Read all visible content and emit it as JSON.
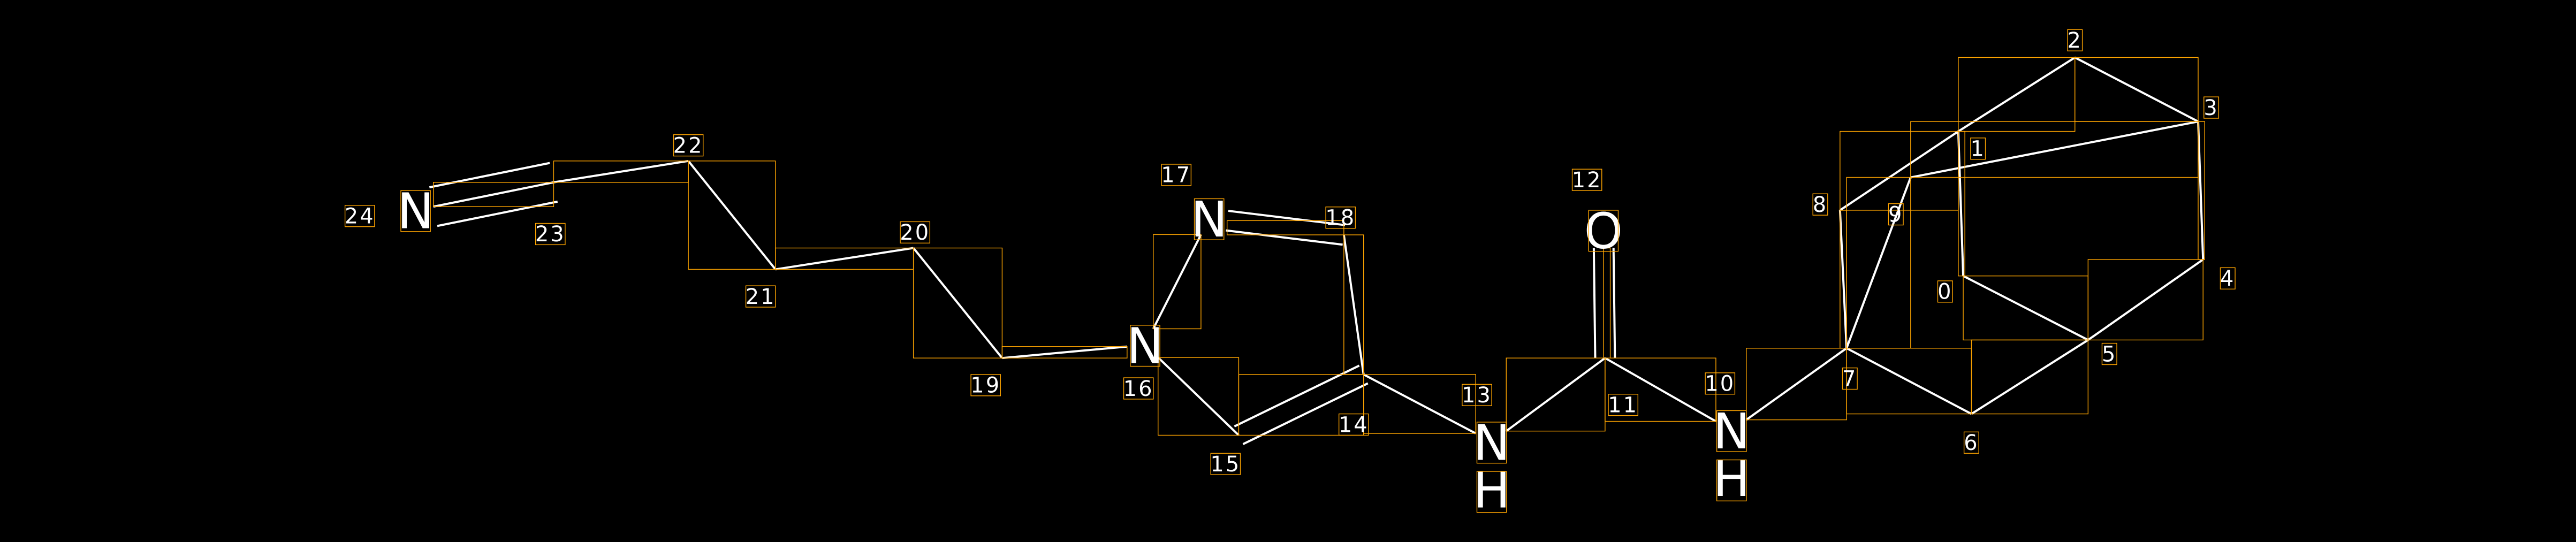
{
  "colors": {
    "background": "#000000",
    "bond": "#ffffff",
    "box": "#ffa500",
    "text": "#ffffff"
  },
  "atoms": [
    {
      "index": "0",
      "symbol": ""
    },
    {
      "index": "1",
      "symbol": ""
    },
    {
      "index": "2",
      "symbol": ""
    },
    {
      "index": "3",
      "symbol": ""
    },
    {
      "index": "4",
      "symbol": ""
    },
    {
      "index": "5",
      "symbol": ""
    },
    {
      "index": "6",
      "symbol": ""
    },
    {
      "index": "7",
      "symbol": ""
    },
    {
      "index": "8",
      "symbol": ""
    },
    {
      "index": "9",
      "symbol": ""
    },
    {
      "index": "10",
      "symbol": "N",
      "hydrogen": "H"
    },
    {
      "index": "11",
      "symbol": ""
    },
    {
      "index": "12",
      "symbol": "O"
    },
    {
      "index": "13",
      "symbol": "N",
      "hydrogen": "H"
    },
    {
      "index": "14",
      "symbol": ""
    },
    {
      "index": "15",
      "symbol": ""
    },
    {
      "index": "16",
      "symbol": "N"
    },
    {
      "index": "17",
      "symbol": "N"
    },
    {
      "index": "18",
      "symbol": ""
    },
    {
      "index": "19",
      "symbol": ""
    },
    {
      "index": "20",
      "symbol": ""
    },
    {
      "index": "21",
      "symbol": ""
    },
    {
      "index": "22",
      "symbol": ""
    },
    {
      "index": "23",
      "symbol": ""
    },
    {
      "index": "24",
      "symbol": "N"
    }
  ],
  "bonds": [
    {
      "a": 24,
      "b": 23,
      "order": 3
    },
    {
      "a": 23,
      "b": 22,
      "order": 1
    },
    {
      "a": 22,
      "b": 21,
      "order": 1
    },
    {
      "a": 21,
      "b": 20,
      "order": 1
    },
    {
      "a": 20,
      "b": 19,
      "order": 1
    },
    {
      "a": 19,
      "b": 16,
      "order": 1
    },
    {
      "a": 16,
      "b": 17,
      "order": 1
    },
    {
      "a": 17,
      "b": 18,
      "order": 2
    },
    {
      "a": 18,
      "b": 14,
      "order": 1
    },
    {
      "a": 16,
      "b": 15,
      "order": 1
    },
    {
      "a": 15,
      "b": 14,
      "order": 2
    },
    {
      "a": 14,
      "b": 13,
      "order": 1
    },
    {
      "a": 13,
      "b": 11,
      "order": 1
    },
    {
      "a": 11,
      "b": 12,
      "order": 2
    },
    {
      "a": 11,
      "b": 10,
      "order": 1
    },
    {
      "a": 10,
      "b": 7,
      "order": 1
    },
    {
      "a": 7,
      "b": 6,
      "order": 1
    },
    {
      "a": 6,
      "b": 5,
      "order": 1
    },
    {
      "a": 5,
      "b": 4,
      "order": 1
    },
    {
      "a": 4,
      "b": 3,
      "order": 1
    },
    {
      "a": 3,
      "b": 2,
      "order": 1
    },
    {
      "a": 2,
      "b": 1,
      "order": 1
    },
    {
      "a": 1,
      "b": 0,
      "order": 1
    },
    {
      "a": 0,
      "b": 5,
      "order": 1
    },
    {
      "a": 7,
      "b": 8,
      "order": 1
    },
    {
      "a": 8,
      "b": 1,
      "order": 1
    },
    {
      "a": 7,
      "b": 9,
      "order": 1
    },
    {
      "a": 9,
      "b": 3,
      "order": 1
    }
  ]
}
